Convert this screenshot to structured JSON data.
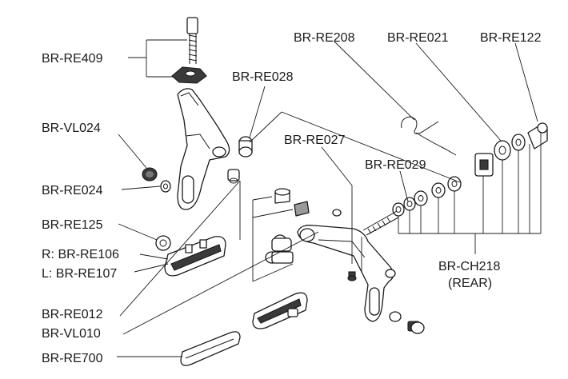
{
  "labels": {
    "br_re409": "BR-RE409",
    "br_vl024": "BR-VL024",
    "br_re024": "BR-RE024",
    "br_re125": "BR-RE125",
    "br_re106": "R: BR-RE106",
    "br_re107": "L: BR-RE107",
    "br_re012": "BR-RE012",
    "br_vl010": "BR-VL010",
    "br_re700": "BR-RE700",
    "br_re028": "BR-RE028",
    "br_re208": "BR-RE208",
    "br_re021": "BR-RE021",
    "br_re122": "BR-RE122",
    "br_re027": "BR-RE027",
    "br_re029": "BR-RE029",
    "br_ch218": "BR-CH218",
    "rear": "(REAR)"
  }
}
